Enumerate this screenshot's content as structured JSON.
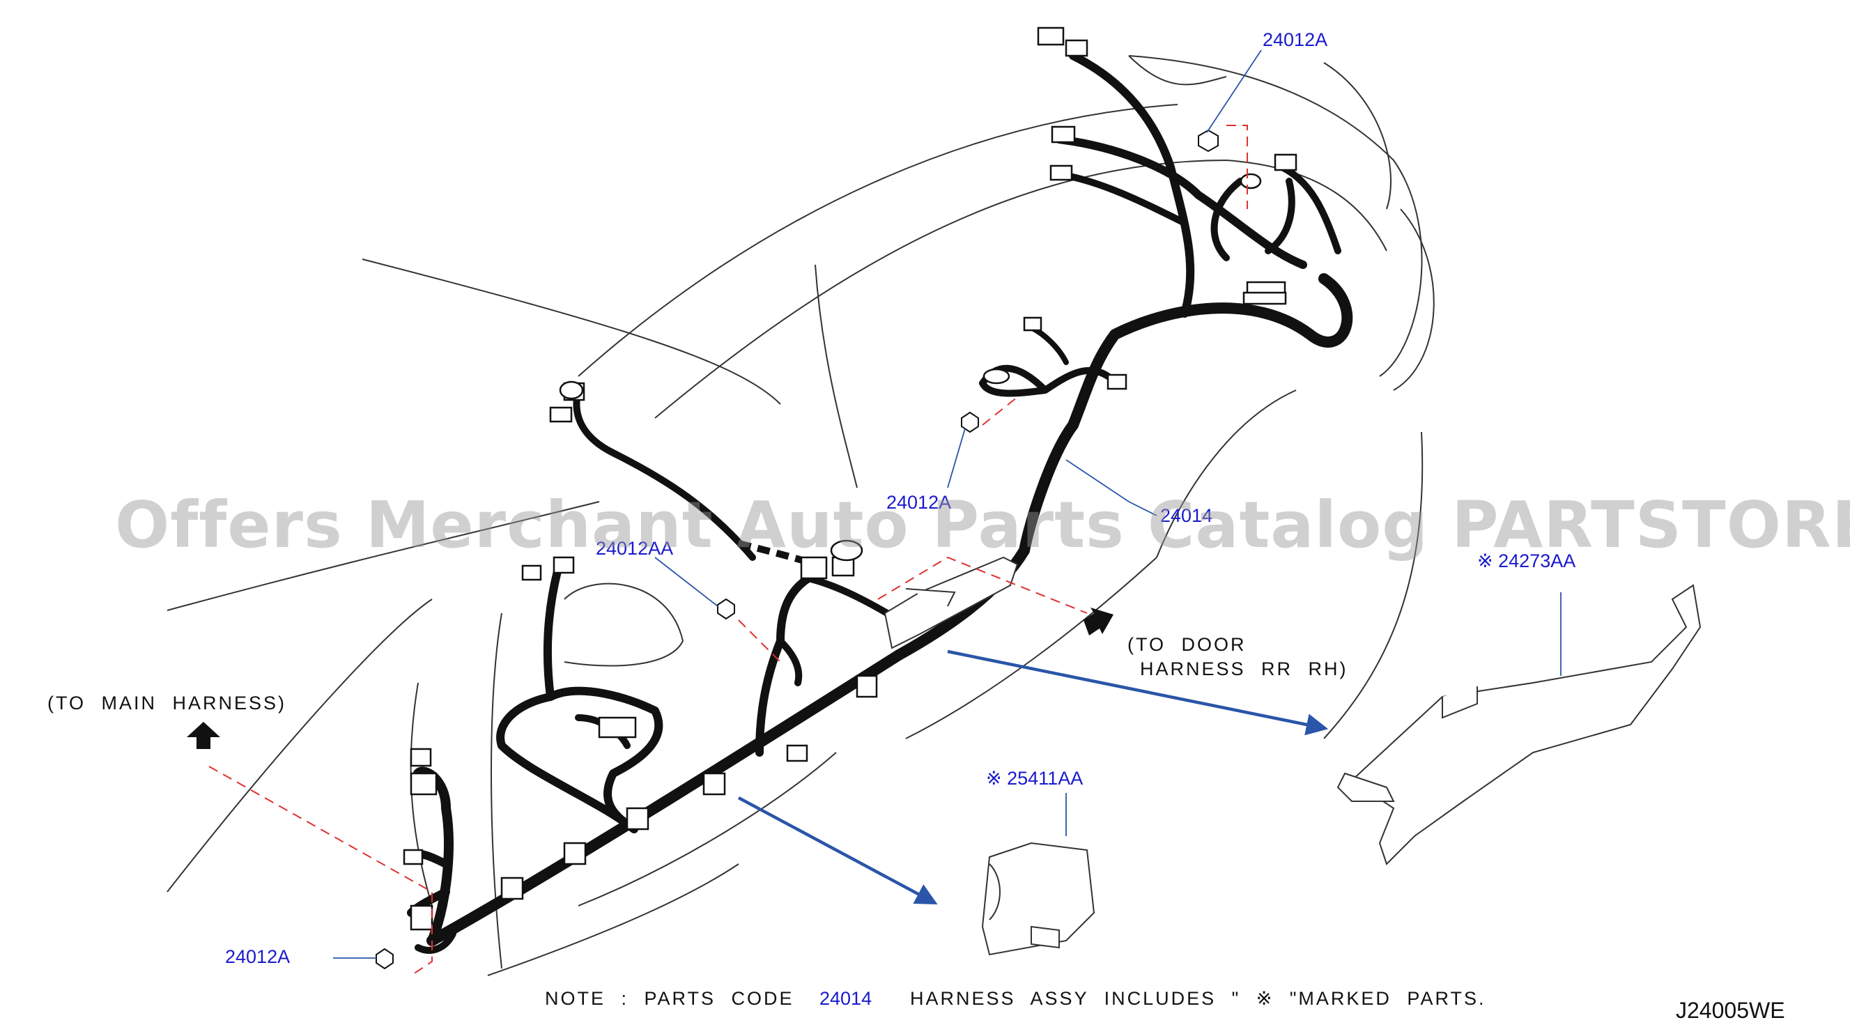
{
  "diagram_code": "J24005WE",
  "watermark": "Offers Merchant Auto Parts Catalog PARTSTORE.SA",
  "callouts": {
    "bolt_top_right": "24012A",
    "bolt_mid": "24012A",
    "bolt_left": "24012AA",
    "bolt_bottom": "24012A",
    "harness": "24014",
    "protector": "※ 24273AA",
    "clip": "※ 25411AA"
  },
  "notes": {
    "to_main_harness": "(TO  MAIN  HARNESS)",
    "to_door_line1": "(TO  DOOR",
    "to_door_line2": "HARNESS  RR  RH)",
    "note_prefix": "NOTE  :  PARTS  CODE",
    "note_code": "24014",
    "note_suffix": "HARNESS  ASSY     INCLUDES  \" ※   \"MARKED  PARTS."
  },
  "colors": {
    "part_label": "#1a1acc",
    "leader_blue": "#2a55a8",
    "dash_red": "#e03030",
    "harness": "#111111",
    "outline": "#333333"
  }
}
